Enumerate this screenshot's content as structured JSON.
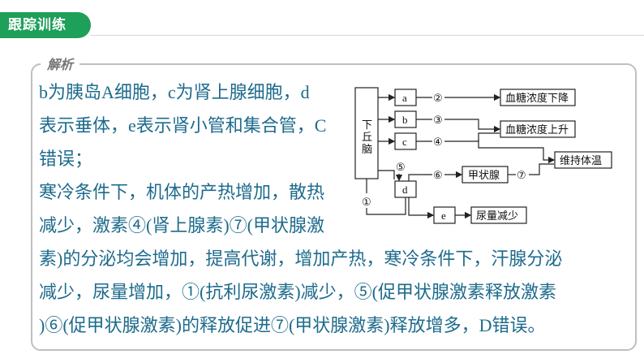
{
  "header": {
    "tab_title": "跟踪训练"
  },
  "panel": {
    "label": "解析"
  },
  "paragraph": {
    "line1": "b为胰岛A细胞，c为肾上腺细胞，d",
    "line2": "表示垂体，e表示肾小管和集合管，C",
    "line3": "错误；",
    "line4": "寒冷条件下，机体的产热增加，散热",
    "line5": "减少，激素④(肾上腺素)⑦(甲状腺激",
    "line6": "素)的分泌均会增加，提高代谢，增加产热，寒冷条件下，汗腺分泌",
    "line7": "减少，尿量增加，①(抗利尿激素)减少，⑤(促甲状腺激素释放激素",
    "line8": ")⑥(促甲状腺激素)的释放促进⑦(甲状腺激素)释放增多，D错误。"
  },
  "diagram": {
    "hypothalamus_chars": [
      "下",
      "丘",
      "脑"
    ],
    "node_a": "a",
    "node_b": "b",
    "node_c": "c",
    "node_d": "d",
    "node_e": "e",
    "sig_1": "①",
    "sig_2": "②",
    "sig_3": "③",
    "sig_4": "④",
    "sig_5": "⑤",
    "sig_6": "⑥",
    "sig_7": "⑦",
    "thyroid": "甲状腺",
    "out_glucose_down": "血糖浓度下降",
    "out_glucose_up": "血糖浓度上升",
    "out_temperature": "维持体温",
    "out_urine": "尿量减少"
  }
}
